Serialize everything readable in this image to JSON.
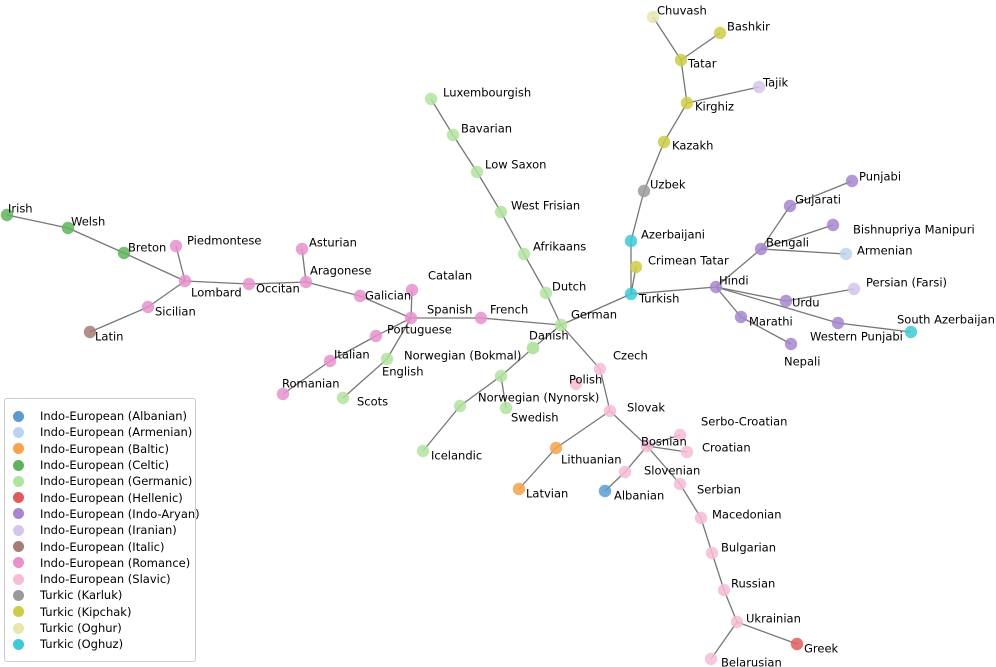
{
  "groups": [
    {
      "id": "albanian",
      "label": "Indo-European (Albanian)",
      "color": "#5b9bd0"
    },
    {
      "id": "armenian",
      "label": "Indo-European (Armenian)",
      "color": "#bcd3ef"
    },
    {
      "id": "baltic",
      "label": "Indo-European (Baltic)",
      "color": "#f7a24c"
    },
    {
      "id": "celtic",
      "label": "Indo-European (Celtic)",
      "color": "#5fb35f"
    },
    {
      "id": "germanic",
      "label": "Indo-European (Germanic)",
      "color": "#b2e39e"
    },
    {
      "id": "hellenic",
      "label": "Indo-European (Hellenic)",
      "color": "#e05c5c"
    },
    {
      "id": "indoaryan",
      "label": "Indo-European (Indo-Aryan)",
      "color": "#a686cf"
    },
    {
      "id": "iranian",
      "label": "Indo-European (Iranian)",
      "color": "#d4c6e8"
    },
    {
      "id": "italic",
      "label": "Indo-European (Italic)",
      "color": "#a57d72"
    },
    {
      "id": "romance",
      "label": "Indo-European (Romance)",
      "color": "#e690cc"
    },
    {
      "id": "slavic",
      "label": "Indo-European (Slavic)",
      "color": "#f7bcd6"
    },
    {
      "id": "karluk",
      "label": "Turkic (Karluk)",
      "color": "#9a9a9a"
    },
    {
      "id": "kipchak",
      "label": "Turkic (Kipchak)",
      "color": "#cdcc48"
    },
    {
      "id": "oghur",
      "label": "Turkic (Oghur)",
      "color": "#e6e6ad"
    },
    {
      "id": "oghuz",
      "label": "Turkic (Oghuz)",
      "color": "#3ec9d6"
    }
  ],
  "nodes": [
    {
      "id": "irish",
      "label": "Irish",
      "group": "celtic"
    },
    {
      "id": "welsh",
      "label": "Welsh",
      "group": "celtic"
    },
    {
      "id": "breton",
      "label": "Breton",
      "group": "celtic"
    },
    {
      "id": "latin",
      "label": "Latin",
      "group": "italic"
    },
    {
      "id": "piedmontese",
      "label": "Piedmontese",
      "group": "romance"
    },
    {
      "id": "lombard",
      "label": "Lombard",
      "group": "romance"
    },
    {
      "id": "sicilian",
      "label": "Sicilian",
      "group": "romance"
    },
    {
      "id": "occitan",
      "label": "Occitan",
      "group": "romance"
    },
    {
      "id": "asturian",
      "label": "Asturian",
      "group": "romance"
    },
    {
      "id": "aragonese",
      "label": "Aragonese",
      "group": "romance"
    },
    {
      "id": "galician",
      "label": "Galician",
      "group": "romance"
    },
    {
      "id": "catalan",
      "label": "Catalan",
      "group": "romance"
    },
    {
      "id": "spanish",
      "label": "Spanish",
      "group": "romance"
    },
    {
      "id": "portuguese",
      "label": "Portuguese",
      "group": "romance"
    },
    {
      "id": "italian",
      "label": "Italian",
      "group": "romance"
    },
    {
      "id": "romanian",
      "label": "Romanian",
      "group": "romance"
    },
    {
      "id": "french",
      "label": "French",
      "group": "romance"
    },
    {
      "id": "english",
      "label": "English",
      "group": "germanic"
    },
    {
      "id": "scots",
      "label": "Scots",
      "group": "germanic"
    },
    {
      "id": "luxembourgish",
      "label": "Luxembourgish",
      "group": "germanic"
    },
    {
      "id": "bavarian",
      "label": "Bavarian",
      "group": "germanic"
    },
    {
      "id": "lowsaxon",
      "label": "Low Saxon",
      "group": "germanic"
    },
    {
      "id": "westfrisian",
      "label": "West Frisian",
      "group": "germanic"
    },
    {
      "id": "afrikaans",
      "label": "Afrikaans",
      "group": "germanic"
    },
    {
      "id": "dutch",
      "label": "Dutch",
      "group": "germanic"
    },
    {
      "id": "german",
      "label": "German",
      "group": "germanic"
    },
    {
      "id": "danish",
      "label": "Danish",
      "group": "germanic"
    },
    {
      "id": "bokmal",
      "label": "Norwegian (Bokmal)",
      "group": "germanic"
    },
    {
      "id": "nynorsk",
      "label": "Norwegian (Nynorsk)",
      "group": "germanic"
    },
    {
      "id": "swedish",
      "label": "Swedish",
      "group": "germanic"
    },
    {
      "id": "icelandic_mid",
      "label": "",
      "group": "germanic"
    },
    {
      "id": "icelandic",
      "label": "Icelandic",
      "group": "germanic"
    },
    {
      "id": "czech",
      "label": "Czech",
      "group": "slavic"
    },
    {
      "id": "polish",
      "label": "Polish",
      "group": "slavic"
    },
    {
      "id": "slovak",
      "label": "Slovak",
      "group": "slavic"
    },
    {
      "id": "lithuanian",
      "label": "Lithuanian",
      "group": "baltic"
    },
    {
      "id": "latvian",
      "label": "Latvian",
      "group": "baltic"
    },
    {
      "id": "bosnian",
      "label": "Bosnian",
      "group": "slavic"
    },
    {
      "id": "serbocroatian",
      "label": "Serbo-Croatian",
      "group": "slavic"
    },
    {
      "id": "croatian",
      "label": "Croatian",
      "group": "slavic"
    },
    {
      "id": "slovenian",
      "label": "Slovenian",
      "group": "slavic"
    },
    {
      "id": "albanian",
      "label": "Albanian",
      "group": "albanian"
    },
    {
      "id": "serbian",
      "label": "Serbian",
      "group": "slavic"
    },
    {
      "id": "macedonian",
      "label": "Macedonian",
      "group": "slavic"
    },
    {
      "id": "bulgarian",
      "label": "Bulgarian",
      "group": "slavic"
    },
    {
      "id": "russian",
      "label": "Russian",
      "group": "slavic"
    },
    {
      "id": "ukrainian",
      "label": "Ukrainian",
      "group": "slavic"
    },
    {
      "id": "greek",
      "label": "Greek",
      "group": "hellenic"
    },
    {
      "id": "belarusian",
      "label": "Belarusian",
      "group": "slavic"
    },
    {
      "id": "turkish",
      "label": "Turkish",
      "group": "oghuz"
    },
    {
      "id": "crimeantatar",
      "label": "Crimean Tatar",
      "group": "kipchak"
    },
    {
      "id": "azerbaijani",
      "label": "Azerbaijani",
      "group": "oghuz"
    },
    {
      "id": "uzbek",
      "label": "Uzbek",
      "group": "karluk"
    },
    {
      "id": "kazakh",
      "label": "Kazakh",
      "group": "kipchak"
    },
    {
      "id": "kirghiz",
      "label": "Kirghiz",
      "group": "kipchak"
    },
    {
      "id": "tajik",
      "label": "Tajik",
      "group": "iranian"
    },
    {
      "id": "tatar",
      "label": "Tatar",
      "group": "kipchak"
    },
    {
      "id": "bashkir",
      "label": "Bashkir",
      "group": "kipchak"
    },
    {
      "id": "chuvash",
      "label": "Chuvash",
      "group": "oghur"
    },
    {
      "id": "hindi",
      "label": "Hindi",
      "group": "indoaryan"
    },
    {
      "id": "bengali",
      "label": "Bengali",
      "group": "indoaryan"
    },
    {
      "id": "gujarati",
      "label": "Gujarati",
      "group": "indoaryan"
    },
    {
      "id": "punjabi",
      "label": "Punjabi",
      "group": "indoaryan"
    },
    {
      "id": "bishnupriya",
      "label": "Bishnupriya Manipuri",
      "group": "indoaryan"
    },
    {
      "id": "armenian",
      "label": "Armenian",
      "group": "armenian"
    },
    {
      "id": "urdu",
      "label": "Urdu",
      "group": "indoaryan"
    },
    {
      "id": "persian",
      "label": "Persian (Farsi)",
      "group": "iranian"
    },
    {
      "id": "marathi",
      "label": "Marathi",
      "group": "indoaryan"
    },
    {
      "id": "nepali",
      "label": "Nepali",
      "group": "indoaryan"
    },
    {
      "id": "westernpunjabi",
      "label": "Western Punjabi",
      "group": "indoaryan"
    },
    {
      "id": "southazerbaijani",
      "label": "South Azerbaijani",
      "group": "oghuz"
    }
  ],
  "edges": [
    [
      "irish",
      "welsh"
    ],
    [
      "welsh",
      "breton"
    ],
    [
      "breton",
      "lombard"
    ],
    [
      "piedmontese",
      "lombard"
    ],
    [
      "lombard",
      "sicilian"
    ],
    [
      "sicilian",
      "latin"
    ],
    [
      "lombard",
      "occitan"
    ],
    [
      "occitan",
      "aragonese"
    ],
    [
      "asturian",
      "aragonese"
    ],
    [
      "aragonese",
      "galician"
    ],
    [
      "galician",
      "spanish"
    ],
    [
      "catalan",
      "spanish"
    ],
    [
      "spanish",
      "portuguese"
    ],
    [
      "portuguese",
      "italian"
    ],
    [
      "italian",
      "romanian"
    ],
    [
      "spanish",
      "english"
    ],
    [
      "english",
      "scots"
    ],
    [
      "spanish",
      "french"
    ],
    [
      "french",
      "german"
    ],
    [
      "luxembourgish",
      "bavarian"
    ],
    [
      "bavarian",
      "lowsaxon"
    ],
    [
      "lowsaxon",
      "westfrisian"
    ],
    [
      "westfrisian",
      "afrikaans"
    ],
    [
      "afrikaans",
      "dutch"
    ],
    [
      "dutch",
      "german"
    ],
    [
      "german",
      "danish"
    ],
    [
      "danish",
      "nynorsk"
    ],
    [
      "nynorsk",
      "swedish"
    ],
    [
      "nynorsk",
      "icelandic_mid"
    ],
    [
      "icelandic_mid",
      "icelandic"
    ],
    [
      "german",
      "czech"
    ],
    [
      "czech",
      "slovak"
    ],
    [
      "slovak",
      "lithuanian"
    ],
    [
      "lithuanian",
      "latvian"
    ],
    [
      "slovak",
      "bosnian"
    ],
    [
      "bosnian",
      "serbocroatian"
    ],
    [
      "bosnian",
      "croatian"
    ],
    [
      "bosnian",
      "slovenian"
    ],
    [
      "slovenian",
      "albanian"
    ],
    [
      "bosnian",
      "serbian"
    ],
    [
      "serbian",
      "macedonian"
    ],
    [
      "macedonian",
      "bulgarian"
    ],
    [
      "bulgarian",
      "russian"
    ],
    [
      "russian",
      "ukrainian"
    ],
    [
      "ukrainian",
      "greek"
    ],
    [
      "ukrainian",
      "belarusian"
    ],
    [
      "german",
      "turkish"
    ],
    [
      "turkish",
      "crimeantatar"
    ],
    [
      "turkish",
      "azerbaijani"
    ],
    [
      "azerbaijani",
      "uzbek"
    ],
    [
      "uzbek",
      "kazakh"
    ],
    [
      "kazakh",
      "kirghiz"
    ],
    [
      "kirghiz",
      "tajik"
    ],
    [
      "kirghiz",
      "tatar"
    ],
    [
      "tatar",
      "bashkir"
    ],
    [
      "tatar",
      "chuvash"
    ],
    [
      "turkish",
      "hindi"
    ],
    [
      "hindi",
      "bengali"
    ],
    [
      "bengali",
      "gujarati"
    ],
    [
      "gujarati",
      "punjabi"
    ],
    [
      "bengali",
      "bishnupriya"
    ],
    [
      "bengali",
      "armenian"
    ],
    [
      "hindi",
      "urdu"
    ],
    [
      "urdu",
      "persian"
    ],
    [
      "hindi",
      "marathi"
    ],
    [
      "marathi",
      "nepali"
    ],
    [
      "hindi",
      "westernpunjabi"
    ],
    [
      "westernpunjabi",
      "southazerbaijani"
    ]
  ]
}
